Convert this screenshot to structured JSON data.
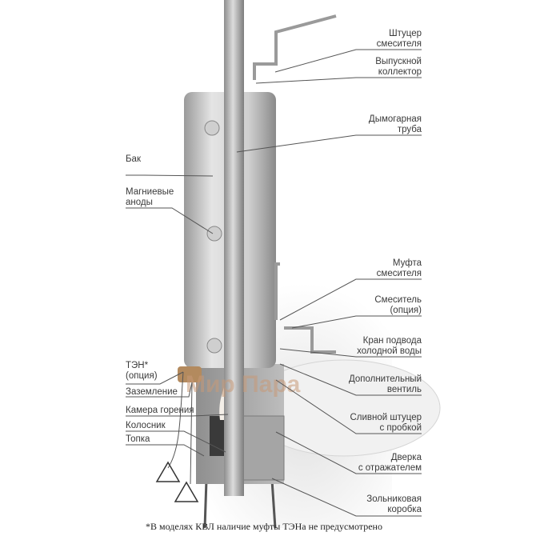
{
  "labels_right": [
    {
      "line1": "Штуцер",
      "line2": "смесителя"
    },
    {
      "line1": "Выпускной",
      "line2": "коллектор"
    },
    {
      "line1": "Дымогарная",
      "line2": "труба"
    },
    {
      "line1": "Муфта",
      "line2": "смесителя"
    },
    {
      "line1": "Смеситель",
      "line2": "(опция)"
    },
    {
      "line1": "Кран подвода",
      "line2": "холодной воды"
    },
    {
      "line1": "Дополнительный",
      "line2": "вентиль"
    },
    {
      "line1": "Сливной штуцер",
      "line2": "с пробкой"
    },
    {
      "line1": "Дверка",
      "line2": "с отражателем"
    },
    {
      "line1": "Зольниковая",
      "line2": "коробка"
    }
  ],
  "labels_left": {
    "tank": "Бак",
    "anodes_1": "Магниевые",
    "anodes_2": "аноды",
    "heater": "ТЭН*",
    "heater_option": "(опция)",
    "grounding": "Заземление",
    "combustion_chamber": "Камера горения",
    "grate": "Колосник",
    "firebox": "Топка"
  },
  "watermark": "Мир Пара",
  "footnote": "*В моделях КВЛ наличие муфты ТЭНа не предусмотрено",
  "colors": {
    "metal": "#b9b9b9",
    "text": "#3a3a3a",
    "leader": "#555555",
    "watermark": "#c89a78"
  }
}
